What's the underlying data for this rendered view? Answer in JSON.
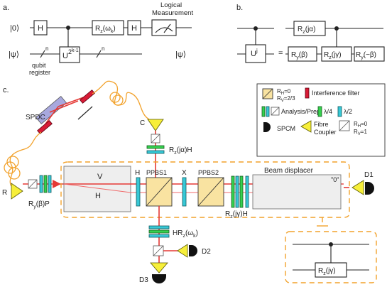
{
  "panel_a": {
    "label": "a.",
    "input_top": "|0⟩",
    "input_bottom": "|ψ⟩",
    "h_gate_1": "H",
    "rz_gate": "R",
    "rz_sub": "z",
    "rz_arg": "(ω",
    "rz_arg_sub": "k",
    "rz_arg_close": ")",
    "h_gate_2": "H",
    "measurement_label_1": "Logical",
    "measurement_label_2": "Measurement",
    "register_label_1": "qubit",
    "register_label_2": "register",
    "u_gate": "U",
    "u_exp": "2",
    "u_exp_sup": "k-1",
    "wire_n_1": "n",
    "wire_n_2": "n",
    "output_bottom": "|ψ⟩"
  },
  "panel_b": {
    "label": "b.",
    "rz_top": "R",
    "rz_top_sub": "z",
    "rz_top_arg": "(jα)",
    "uj_gate": "U",
    "uj_exp": "j",
    "equals": "=",
    "ry_left": "R",
    "ry_left_sub": "y",
    "ry_left_arg": "(β)",
    "rz_mid": "R",
    "rz_mid_sub": "z",
    "rz_mid_arg": "(jγ)",
    "ry_right": "R",
    "ry_right_sub": "y",
    "ry_right_arg": "(−β)"
  },
  "panel_c": {
    "label": "c.",
    "spdc": "SPDC",
    "c_label": "C",
    "r_label": "R",
    "rz_ja_h": "R",
    "rz_ja_h_sub": "z",
    "rz_ja_h_arg": "(jα)H",
    "ry_b_p": "R",
    "ry_b_p_sub": "y",
    "ry_b_p_arg": "(β)P",
    "v_label": "V",
    "h_label": "H",
    "h_plate": "H",
    "ppbs1": "PPBS1",
    "x_label": "X",
    "ppbs2": "PPBS2",
    "beam_displacer": "Beam displacer",
    "zero_out": "\"0\"",
    "d1": "D1",
    "rz_jg_h": "R",
    "rz_jg_h_sub": "z",
    "rz_jg_h_arg": "(jγ)H",
    "hrz_wk": "HR",
    "hrz_wk_sub": "z",
    "hrz_wk_arg": "(ω",
    "hrz_wk_arg_sub": "k",
    "hrz_wk_close": ")",
    "d2": "D2",
    "d3": "D3",
    "inset_rz": "R",
    "inset_rz_sub": "z",
    "inset_rz_arg": "(jγ)"
  },
  "legend": {
    "ppbs_rh": "R",
    "ppbs_rh_sub": "H",
    "ppbs_rh_val": "=0",
    "ppbs_rv": "R",
    "ppbs_rv_sub": "V",
    "ppbs_rv_val": "=2/3",
    "interference_filter": "Interference filter",
    "analysis_prep": "Analysis/Prep",
    "qwp": "λ/4",
    "hwp": "λ/2",
    "spcm": "SPCM",
    "fibre_1": "Fibre",
    "fibre_2": "Coupler",
    "mirror_rh": "R",
    "mirror_rh_sub": "H",
    "mirror_rh_val": "=0",
    "mirror_rv": "R",
    "mirror_rv_sub": "V",
    "mirror_rv_val": "=1"
  },
  "colors": {
    "beam": "#e53935",
    "fibre": "#f2a22c",
    "coupler": "#f7ef3a",
    "qwp": "#35d14e",
    "hwp": "#37c8d6",
    "filter": "#d81b36",
    "ppbs": "#f9e3a1"
  }
}
